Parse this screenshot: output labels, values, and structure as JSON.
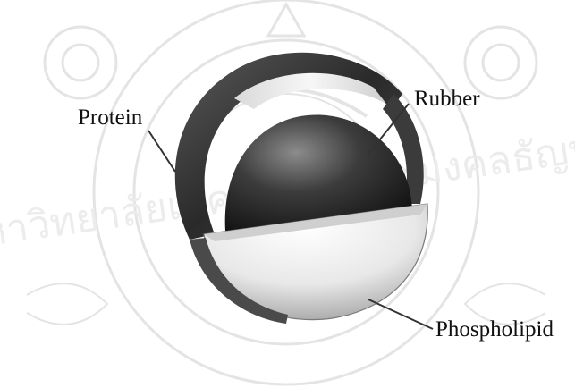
{
  "labels": {
    "protein": "Protein",
    "rubber": "Rubber",
    "phospholipid": "Phospholipid"
  },
  "watermark": {
    "seal_text": "มหาวิทยาลัยเทคโนโลยีราชมงคลธัญบุรี"
  },
  "colors": {
    "watermark": "#e2e2e2",
    "protein_shell": "#3a3a3a",
    "rubber_core": "#2b2b2b",
    "phospholipid_shell": "#f2f2f2",
    "leader_line": "#333333"
  }
}
